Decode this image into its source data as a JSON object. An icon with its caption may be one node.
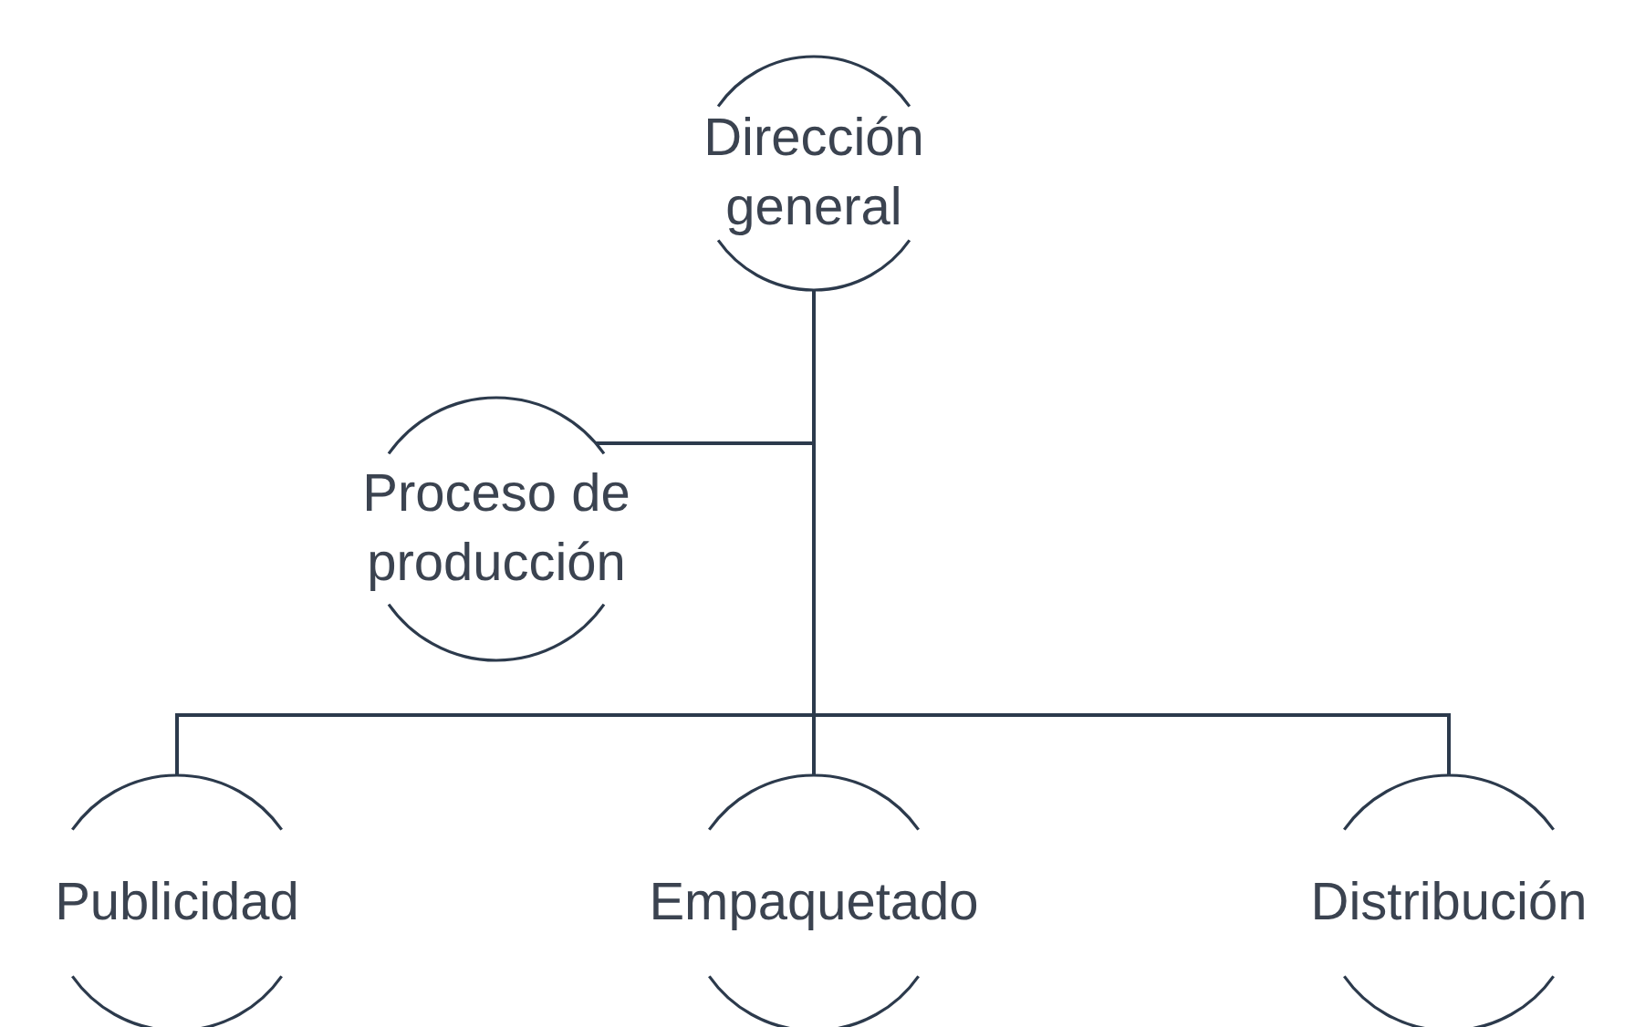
{
  "diagram": {
    "nodes": [
      {
        "text": [
          "Dirección general"
        ]
      },
      {
        "text": [
          "Proceso de producción"
        ]
      },
      {
        "text": [
          "Publicidad"
        ]
      },
      {
        "text": [
          "Empaquetado"
        ]
      },
      {
        "text": [
          "Distribución"
        ]
      }
    ],
    "edges": [
      {
        "from": 0,
        "to": 1,
        "arrow": "none"
      },
      {
        "from": 0,
        "to": 2,
        "arrow": "none"
      },
      {
        "from": 0,
        "to": 3,
        "arrow": "none"
      },
      {
        "from": 0,
        "to": 4,
        "arrow": "none"
      }
    ]
  }
}
